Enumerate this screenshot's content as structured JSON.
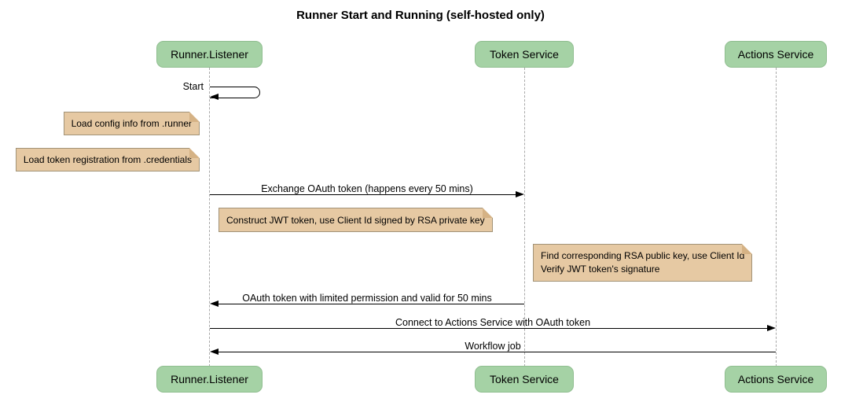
{
  "title": "Runner Start and Running (self-hosted only)",
  "colors": {
    "participant_fill": "#a5d2a5",
    "participant_border": "#90be90",
    "note_fill": "#e6c9a3",
    "note_border": "#a29378",
    "note_flap": "#d5b285",
    "lifeline_color": "#a9a9a9",
    "arrow_color": "#000000"
  },
  "participants": [
    {
      "id": "runner-listener",
      "label": "Runner.Listener"
    },
    {
      "id": "token-service",
      "label": "Token Service"
    },
    {
      "id": "actions-service",
      "label": "Actions Service"
    }
  ],
  "messages": [
    {
      "label": "Start",
      "from": "Runner.Listener",
      "to": "Runner.Listener",
      "type": "self"
    },
    {
      "label": "Exchange OAuth token (happens every 50 mins)",
      "from": "Runner.Listener",
      "to": "Token Service",
      "type": "solid"
    },
    {
      "label": "OAuth token with limited permission and valid for 50 mins",
      "from": "Token Service",
      "to": "Runner.Listener",
      "type": "solid"
    },
    {
      "label": "Connect to Actions Service with OAuth token",
      "from": "Runner.Listener",
      "to": "Actions Service",
      "type": "solid"
    },
    {
      "label": "Workflow job",
      "from": "Actions Service",
      "to": "Runner.Listener",
      "type": "solid"
    }
  ],
  "notes": [
    {
      "text": "Load config info from .runner"
    },
    {
      "text": "Load token registration from .credentials"
    },
    {
      "text": "Construct JWT token, use Client Id signed by RSA private key"
    },
    {
      "lines": [
        "Find corresponding RSA public key, use Client Id",
        "Verify JWT token's signature"
      ]
    }
  ]
}
